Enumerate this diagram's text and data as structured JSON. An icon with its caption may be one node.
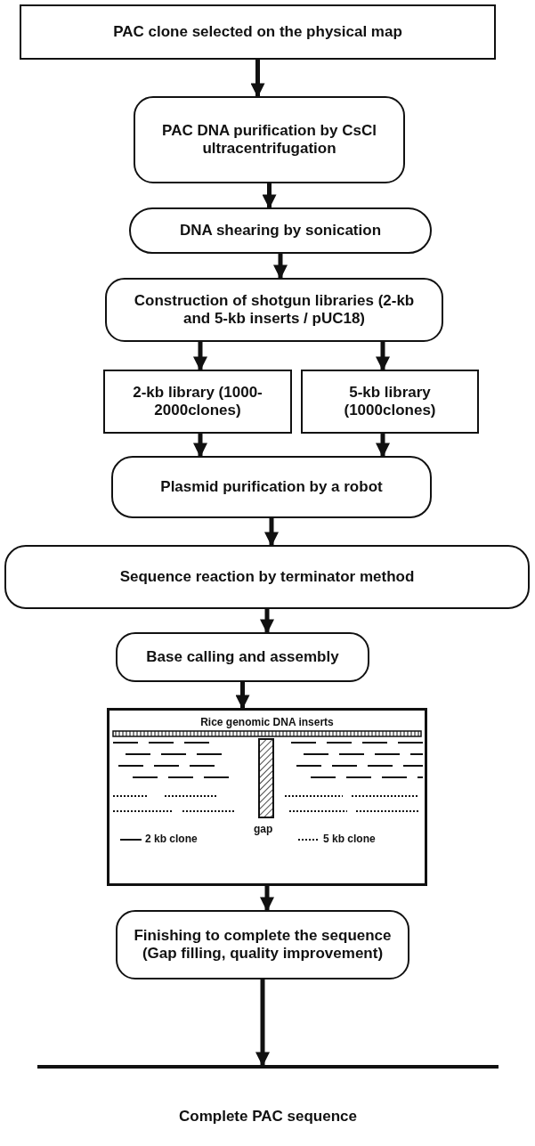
{
  "diagram": {
    "nodes": [
      {
        "text": [
          "PAC clone selected on the physical map"
        ]
      },
      {
        "text": [
          "PAC DNA purification by CsCl ultracentrifugation"
        ]
      },
      {
        "text": [
          "DNA shearing by sonication"
        ]
      },
      {
        "text": [
          "Construction of shotgun libraries (2-kb and 5-kb inserts / pUC18)"
        ]
      },
      {
        "text": [
          "2-kb library (1000-2000clones)"
        ]
      },
      {
        "text": [
          "5-kb library (1000clones)"
        ]
      },
      {
        "text": [
          "Plasmid purification by a robot"
        ]
      },
      {
        "text": [
          "Sequence reaction by terminator method"
        ]
      },
      {
        "text": [
          "Base calling and assembly"
        ]
      },
      {
        "text": [
          "Rice genomic DNA inserts",
          "gap"
        ]
      },
      {
        "text": [
          "Finishing to complete the sequence (Gap filling, quality improvement)"
        ]
      },
      {
        "text": [
          "Complete PAC sequence"
        ]
      }
    ],
    "edges": [
      {
        "from": 0,
        "to": 1,
        "arrow": "to"
      },
      {
        "from": 1,
        "to": 2,
        "arrow": "to"
      },
      {
        "from": 2,
        "to": 3,
        "arrow": "to"
      },
      {
        "from": 3,
        "to": 4,
        "arrow": "to"
      },
      {
        "from": 3,
        "to": 5,
        "arrow": "to"
      },
      {
        "from": 4,
        "to": 6,
        "arrow": "to"
      },
      {
        "from": 5,
        "to": 6,
        "arrow": "to"
      },
      {
        "from": 6,
        "to": 7,
        "arrow": "to"
      },
      {
        "from": 7,
        "to": 8,
        "arrow": "to"
      },
      {
        "from": 8,
        "to": 9,
        "arrow": "to"
      },
      {
        "from": 9,
        "to": 10,
        "arrow": "to"
      },
      {
        "from": 10,
        "to": 11,
        "arrow": "to"
      }
    ],
    "legend": [
      {
        "text": "2 kb clone"
      },
      {
        "text": "5 kb clone"
      }
    ]
  }
}
